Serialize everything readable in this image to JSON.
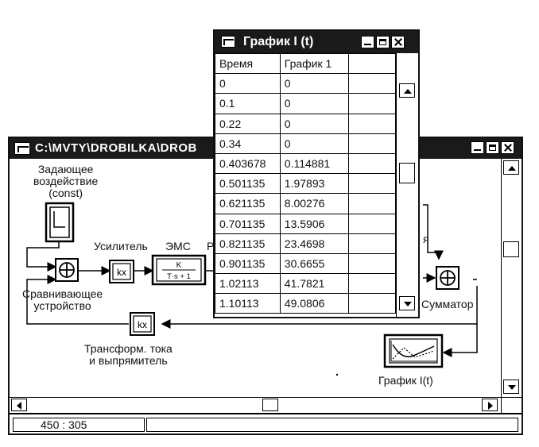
{
  "main_window": {
    "title": "C:\\MVTY\\DROBILKA\\DROB",
    "status": {
      "coords": "450 : 305"
    }
  },
  "blocks": {
    "setpoint": "Задающее\nвоздействие\n(const)",
    "amplifier": "Усилитель",
    "ems": "ЭМС",
    "ems_partial": "Р",
    "ems_tf_numerator": "K",
    "ems_tf_denominator": "T·s + 1",
    "comparator": "Сравнивающее\nустройство",
    "gain_label": "kx",
    "transformer": "Трансформ. тока\nи выпрямитель",
    "summator": "Сумматор",
    "summator_partial": "я",
    "graph": "График I(t)"
  },
  "table_window": {
    "title": "График I (t)",
    "columns": [
      "Время",
      "График 1"
    ],
    "rows": [
      [
        "0",
        "0"
      ],
      [
        "0.1",
        "0"
      ],
      [
        "0.22",
        "0"
      ],
      [
        "0.34",
        "0"
      ],
      [
        "0.403678",
        "0.114881"
      ],
      [
        "0.501135",
        "1.97893"
      ],
      [
        "0.621135",
        "8.00276"
      ],
      [
        "0.701135",
        "13.5906"
      ],
      [
        "0.821135",
        "23.4698"
      ],
      [
        "0.901135",
        "30.6655"
      ],
      [
        "1.02113",
        "41.7821"
      ],
      [
        "1.10113",
        "49.0806"
      ]
    ]
  }
}
